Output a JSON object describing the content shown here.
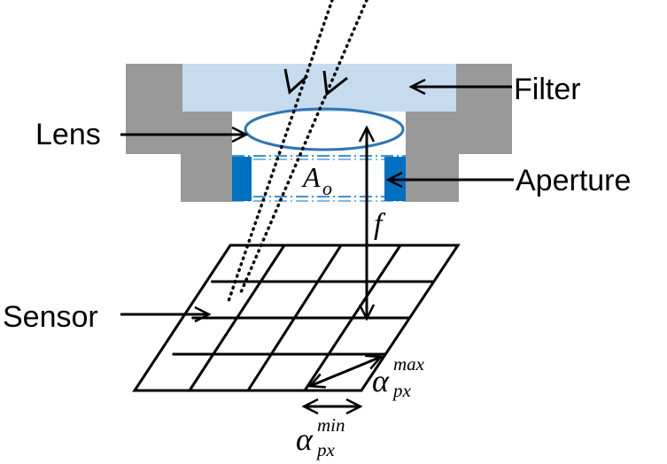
{
  "labels": {
    "filter": "Filter",
    "lens": "Lens",
    "aperture": "Aperture",
    "sensor": "Sensor",
    "aperture_area": "A",
    "aperture_area_sub": "o",
    "focal_length": "f",
    "alpha_symbol": "α",
    "alpha_max_sup": "max",
    "alpha_max_sub": "px",
    "alpha_min_sup": "min",
    "alpha_min_sub": "px"
  },
  "colors": {
    "housing": "#999999",
    "filter": "#c6dcee",
    "lens": "#2e75b6",
    "aperture": "#0070c0",
    "lines": "#000000"
  }
}
